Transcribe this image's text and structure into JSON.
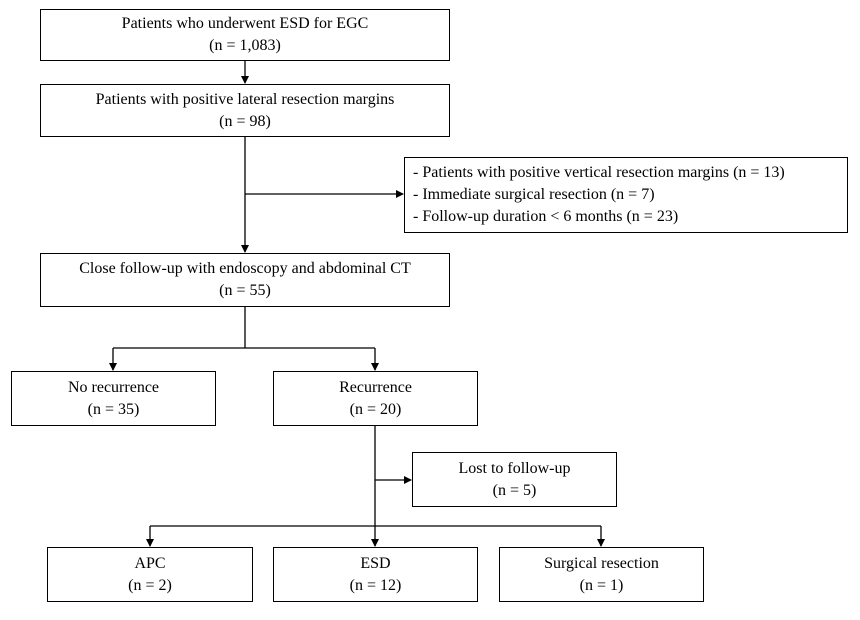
{
  "flowchart": {
    "esd_patients": {
      "title": "Patients who underwent ESD for EGC",
      "count": "(n = 1,083)"
    },
    "positive_lateral": {
      "title": "Patients with positive lateral resection margins",
      "count": "(n = 98)"
    },
    "exclusions": {
      "items": [
        "- Patients with positive vertical resection margins  (n = 13)",
        "- Immediate surgical resection (n = 7)",
        "- Follow-up duration < 6 months (n = 23)"
      ]
    },
    "close_followup": {
      "title": "Close follow-up with endoscopy and abdominal CT",
      "count": "(n = 55)"
    },
    "no_recurrence": {
      "title": "No recurrence",
      "count": "(n = 35)"
    },
    "recurrence": {
      "title": "Recurrence",
      "count": "(n = 20)"
    },
    "lost_followup": {
      "title": "Lost to follow-up",
      "count": "(n = 5)"
    },
    "apc": {
      "title": "APC",
      "count": "(n = 2)"
    },
    "esd": {
      "title": "ESD",
      "count": "(n = 12)"
    },
    "surgical_resection": {
      "title": "Surgical resection",
      "count": "(n = 1)"
    }
  }
}
